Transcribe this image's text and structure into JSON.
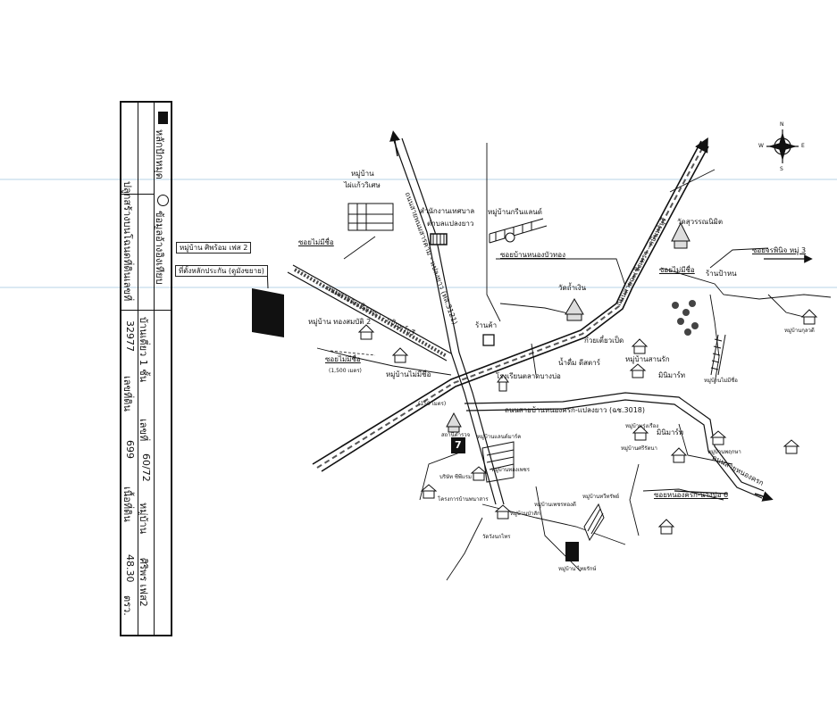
{
  "legend": {
    "title": "ปลูกสร้างบนโฉนดที่ดินเลขที่",
    "pin_label": "หลักปักหมุด",
    "circle_label": "ข้อมูลอ้างอิงเทียบ",
    "house_type": "บ้านเดี่ยว 1 ชั้น",
    "house_no_label": "เลขที่",
    "house_no": "60/72",
    "moo_label": "หมู่บ้าน",
    "village_short": "ศิริพร เฟส2",
    "deed_label": "เลขที่ดิน",
    "deed_value": "32977",
    "land_no_label": "เลขที่ดิน",
    "land_no": "699",
    "area_label": "เนื้อที่ดิน",
    "area_value": "48.30",
    "area_unit": "ตรว."
  },
  "map": {
    "subject_village": "หมู่บ้าน ศิพร้อม เฟส 2",
    "subject_location": "ที่ตั้งหลักประกัน (ดูมังขยาย)",
    "village_1": "หมู่บ้าน",
    "village_1b": "ไผ่แก้ววิเศษ",
    "soi_mai_mi_chue_1": "ซอยไม่มีชื่อ",
    "municipal_office": "สำนักงานเทศบาล",
    "municipal_office_b": "ตำบลแปลงยาว",
    "green_land": "หมู่บ้านกรีนแลนด์",
    "soi_nong_bua_thong": "ซอยบ้านหนองบัวทอง",
    "road_main_vertical": "ถนนสายพนมสารคาม - แปลงยาว (ทล.3121)",
    "road_main_diagonal": "ถนนสายฉะเชิงเทรา - กบินทร์บุรี",
    "wat_suan": "วัดสุวรรณนิมิต",
    "soi_charoen": "ซอยจรพินิจ หมู่ 3",
    "soi_mai_mi_chue_2": "ซอยไม่มีชื่อ",
    "shop_1": "ร้านป้าหน",
    "wat_tham_ngoen": "วัดถ้ำเงิน",
    "shop_2": "ร้านค้า",
    "village_thongsombat": "หมู่บ้าน ทองสมบัติ 2",
    "soi_mai_mi_chue_3": "ซอยไม่มีชื่อ",
    "soi_distance": "(1,500 เมตร)",
    "village_mai_mi_chue": "หมู่บ้านไม่มีชื่อ",
    "noodle_shop": "ก๋วยเตี๋ยวเป็ด",
    "water_shop": "น้ำดื่ม ดีสตาร์",
    "school": "โรงเรียนตลาดบางบ่อ",
    "village_sanrak": "หมู่บ้านสานรัก",
    "minimart_1": "มินิมาร์ท",
    "road_nongkrok": "ถนนสายบ้านหนองครก-แปลงยาว (ฉช.3018)",
    "distance_note": "(150 เมตร)",
    "police": "สถานีตำรวจ",
    "minimart_2": "มินิมาร์ท",
    "seven_eleven": "7",
    "village_lumping": "หมู่บ้านแลนด์มาร์ค",
    "village_phaitong": "หมู่บ้านทองเพชร",
    "factory": "โครงการบ้านพนาสาร",
    "company": "บริษัท ซีพีแรม",
    "village_green": "หมู่บ้านทวีทรัพย์",
    "soi_nong_krok": "ซอยหนองครก-นางบ่อ 6",
    "village_phailong": "หมู่บ้านเพชรทองดี",
    "village_pasak": "หมู่บ้านป่าสัก",
    "wat_small": "วัดวังนกไทร",
    "village_thai": "หมู่บ้าน ไทยรักษ์",
    "village_right_1": "หมู่บ้านกุลวดี",
    "village_right_2": "หมู่บ้านไม่มีชื่อ",
    "village_right_3": "หมู่บ้านรุ่งเรือง",
    "village_lower_right": "หมู่บ้านศรีรัตนา",
    "village_lower_right_2": "หมู่บ้านพฤกษา",
    "road_right_curve": "ถนนสายหนองครก",
    "compass_n": "N",
    "compass_s": "S",
    "compass_e": "E",
    "compass_w": "W"
  }
}
